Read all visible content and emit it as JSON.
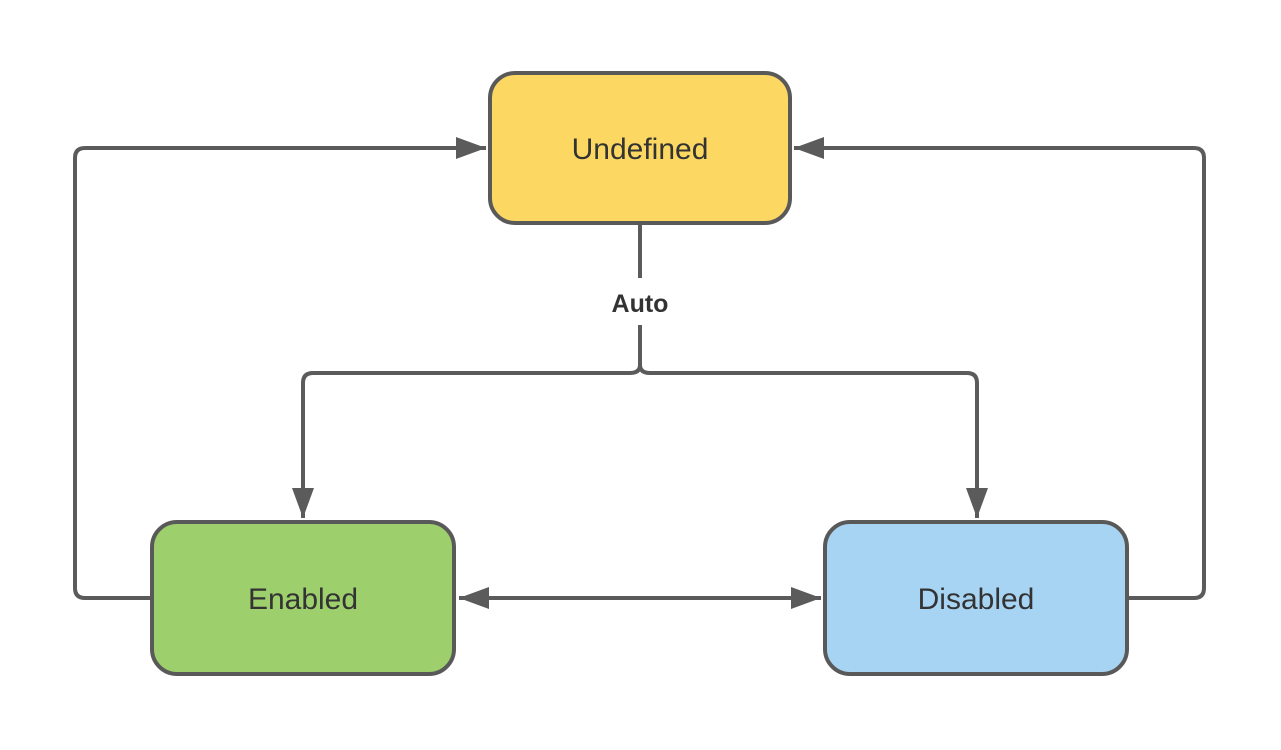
{
  "diagram": {
    "type": "state-diagram",
    "background": "#ffffff",
    "line_color": "#5b5b5b",
    "text_color": "#333333",
    "nodes": {
      "undefined": {
        "label": "Undefined",
        "fill": "#fcd862",
        "stroke": "#595959"
      },
      "enabled": {
        "label": "Enabled",
        "fill": "#9dcf6c",
        "stroke": "#595959"
      },
      "disabled": {
        "label": "Disabled",
        "fill": "#a8d4f4",
        "stroke": "#595959"
      }
    },
    "auto_label": "Auto",
    "edges": [
      {
        "from": "Enabled",
        "to": "Undefined",
        "label": ""
      },
      {
        "from": "Disabled",
        "to": "Undefined",
        "label": ""
      },
      {
        "from": "Undefined",
        "to": "Enabled",
        "label": "Auto"
      },
      {
        "from": "Undefined",
        "to": "Disabled",
        "label": "Auto"
      },
      {
        "from": "Enabled",
        "to": "Disabled",
        "label": "",
        "bidirectional": true
      }
    ]
  }
}
